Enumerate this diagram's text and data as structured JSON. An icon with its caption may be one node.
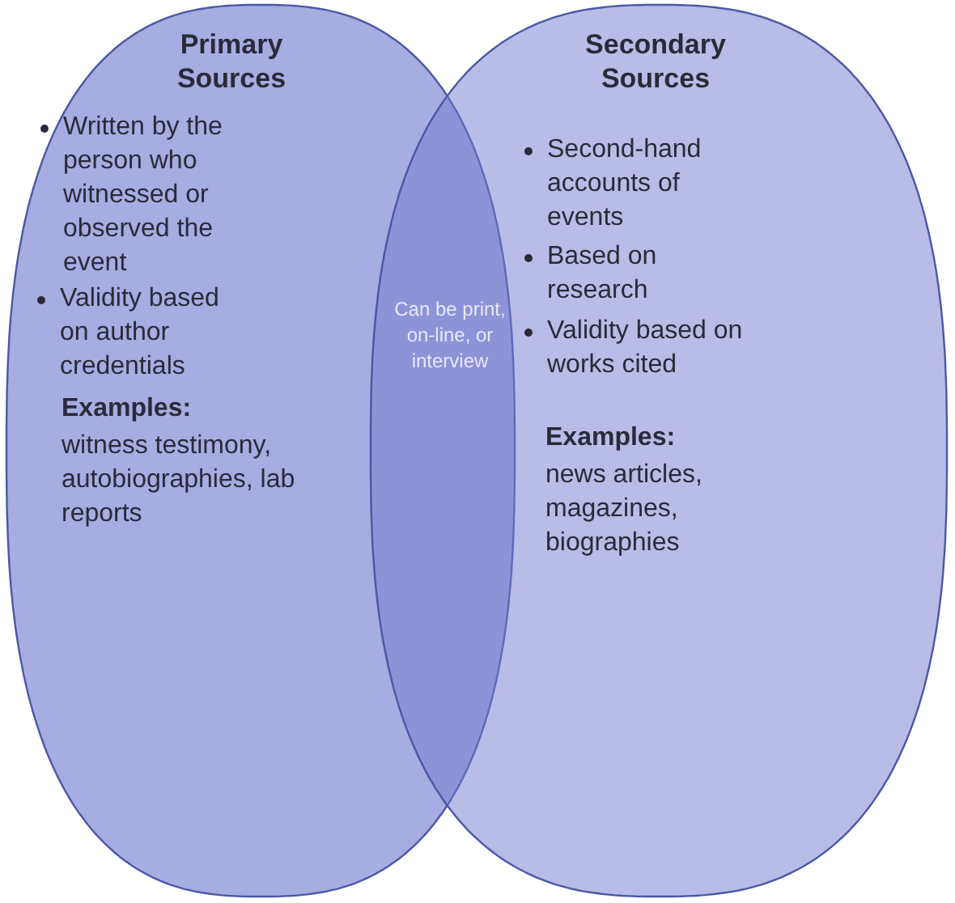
{
  "diagram": {
    "nodes": [
      {
        "text": [
          "Primary Sources",
          "Written by the person who witnessed or observed the event",
          "Validity based on author credentials",
          "Examples:",
          "witness testimony, autobiographies, lab reports"
        ]
      },
      {
        "text": [
          "Secondary Sources",
          "Second-hand accounts of events",
          "Based on research",
          "Validity based on works cited",
          "Examples:",
          "news articles, magazines, biographies"
        ]
      }
    ],
    "edges": [],
    "labels": [
      "Can be print, on-line, or interview"
    ]
  }
}
